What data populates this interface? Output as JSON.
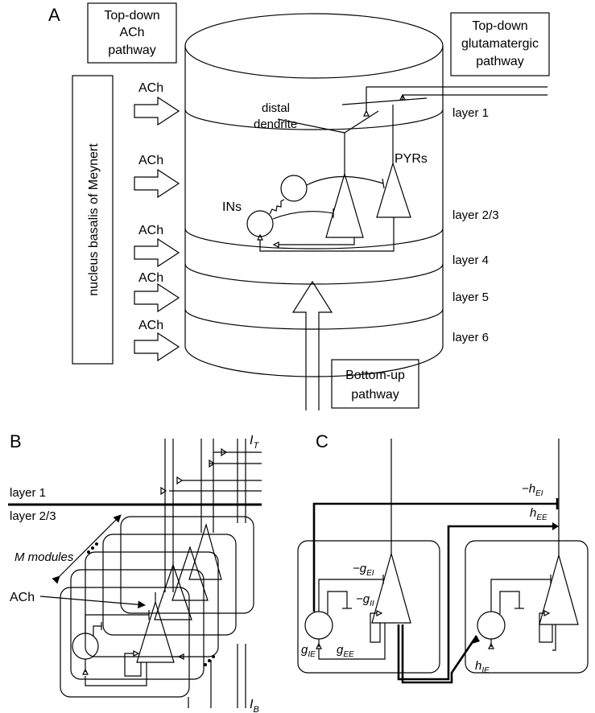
{
  "panel_labels": {
    "a": "A",
    "b": "B",
    "c": "C"
  },
  "panel_a": {
    "topdown_ach": [
      "Top-down",
      "ACh",
      "pathway"
    ],
    "topdown_glu": [
      "Top-down",
      "glutamatergic",
      "pathway"
    ],
    "nucleus": "nucleus basalis of Meynert",
    "ach_label": "ACh",
    "distal": [
      "distal",
      "dendrite"
    ],
    "pyrs": "PYRs",
    "ins": "INs",
    "layers": [
      "layer 1",
      "layer 2/3",
      "layer 4",
      "layer 5",
      "layer 6"
    ],
    "bottomup": [
      "Bottom-up",
      "pathway"
    ]
  },
  "panel_b": {
    "layer1": "layer 1",
    "layer23": "layer 2/3",
    "m_modules": "M modules",
    "ach": "ACh",
    "i_t_main": "I",
    "i_t_sub": "T",
    "i_b_main": "I",
    "i_b_sub": "B"
  },
  "panel_c": {
    "h_ei": {
      "pre": "−h",
      "sub": "EI"
    },
    "h_ee": {
      "pre": "h",
      "sub": "EE"
    },
    "g_ei": {
      "pre": "−g",
      "sub": "EI"
    },
    "g_ii": {
      "pre": "−g",
      "sub": "II"
    },
    "g_ie": {
      "pre": "g",
      "sub": "IE"
    },
    "g_ee": {
      "pre": "g",
      "sub": "EE"
    },
    "h_ie": {
      "pre": "h",
      "sub": "IE"
    }
  }
}
